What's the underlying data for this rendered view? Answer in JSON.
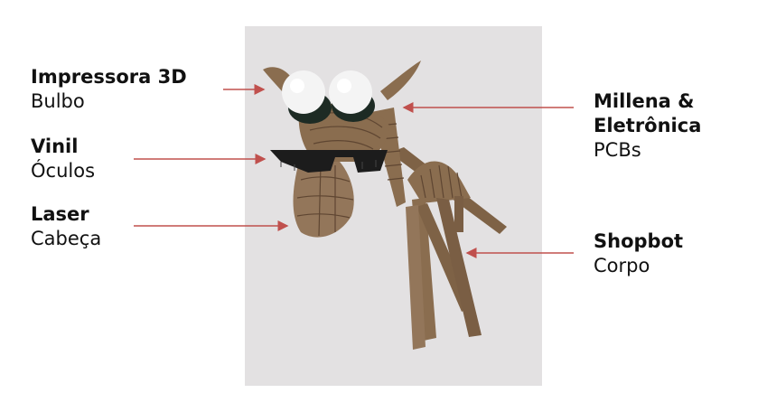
{
  "labels": {
    "impressora": {
      "title": "Impressora 3D",
      "part": "Bulbo"
    },
    "vinil": {
      "title": "Vinil",
      "part": "Óculos"
    },
    "laser": {
      "title": "Laser",
      "part": "Cabeça"
    },
    "millena": {
      "title_line1": "Millena &",
      "title_line2": "Eletrônica",
      "part": "PCBs"
    },
    "shopbot": {
      "title": "Shopbot",
      "part": "Corpo"
    }
  },
  "colors": {
    "arrow": "#c0504d",
    "wood": "#8a6d4f",
    "background": "#e3e1e2"
  },
  "photo": {
    "subject": "cardboard giraffe sculpture with glasses and bulb eyes"
  }
}
